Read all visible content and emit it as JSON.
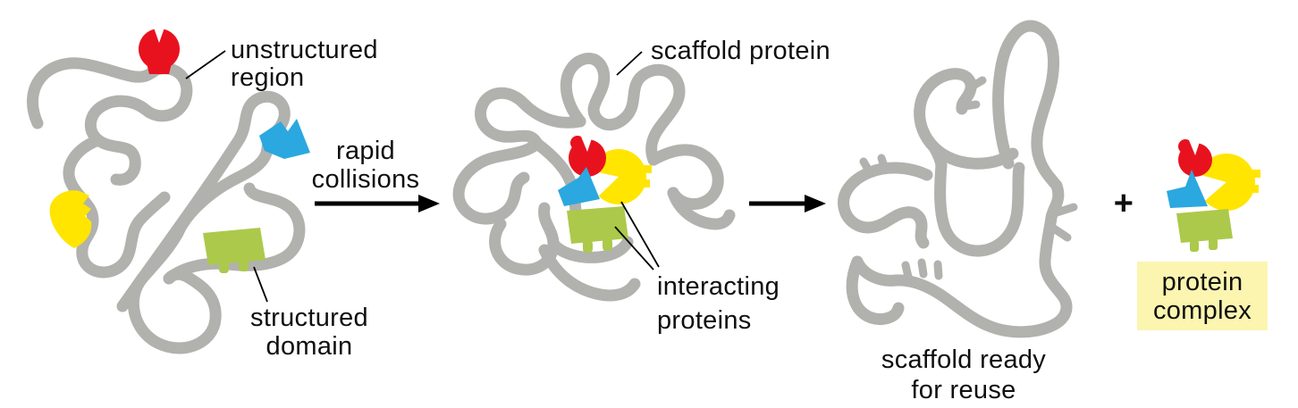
{
  "figure": {
    "description_tags": {
      "stage1_name": "unbound scaffold with binding partners",
      "stage2_name": "assembled complex on scaffold",
      "stage3_name": "released scaffold",
      "stage4_name": "released protein complex"
    }
  },
  "colors": {
    "strand": "#b1b1ae",
    "red": "#e8121f",
    "blue": "#2ba8e0",
    "yellow": "#ffe500",
    "green": "#acc94b",
    "highlight_box": "#fbf5b0",
    "text": "#0f0f0f",
    "arrow": "#000000"
  },
  "stage1": {
    "label_unstructured_line1": "unstructured",
    "label_unstructured_line2": "region",
    "label_structured_line1": "structured",
    "label_structured_line2": "domain"
  },
  "transition1": {
    "label_line1": "rapid",
    "label_line2": "collisions"
  },
  "stage2": {
    "label_scaffold": "scaffold protein",
    "label_interacting_line1": "interacting",
    "label_interacting_line2": "proteins"
  },
  "stage3": {
    "label_line1": "scaffold ready",
    "label_line2": "for reuse"
  },
  "plus_sign": "+",
  "stage4": {
    "label_line1": "protein",
    "label_line2": "complex"
  }
}
